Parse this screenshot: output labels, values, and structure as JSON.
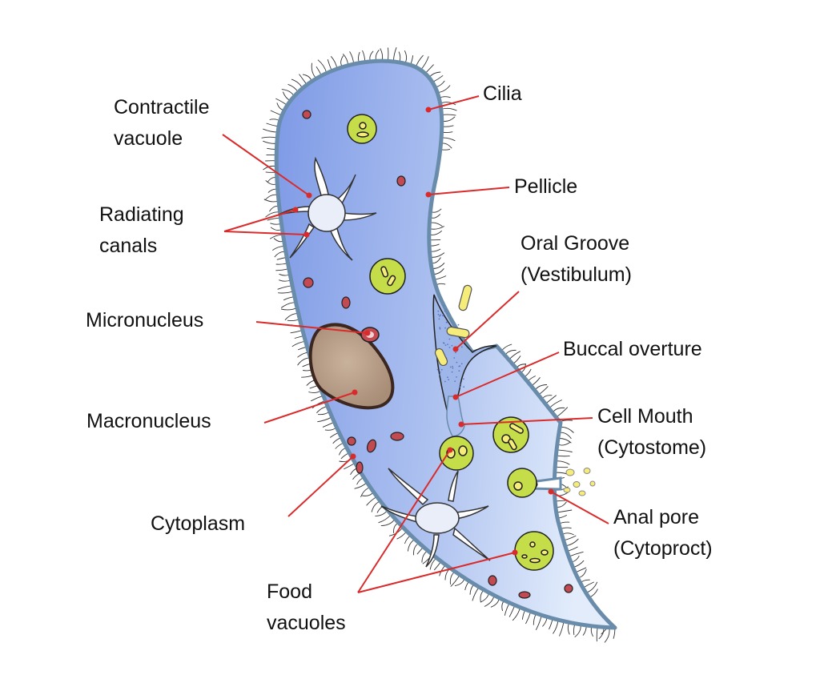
{
  "colors": {
    "body_fill_light": "#d9e6f9",
    "body_fill_dark": "#7e9ae6",
    "outline": "#6a8cab",
    "leader": "#d92b2b",
    "food_vacuole": "#c4dd48",
    "food_particle": "#f6ec7a",
    "nucleus": "#b79e87",
    "granule": "#c24a53",
    "cilia": "#333333"
  },
  "icons": [
    "paramecium-illustration"
  ],
  "labels": {
    "contractile_vacuole": [
      "Contractile",
      "vacuole"
    ],
    "radiating_canals": [
      "Radiating",
      "canals"
    ],
    "micronucleus": "Micronucleus",
    "macronucleus": "Macronucleus",
    "cytoplasm": "Cytoplasm",
    "food_vacuoles": [
      "Food",
      "vacuoles"
    ],
    "cilia": "Cilia",
    "pellicle": "Pellicle",
    "oral_groove": [
      "Oral Groove",
      "(Vestibulum)"
    ],
    "buccal_overture": "Buccal overture",
    "cell_mouth": [
      "Cell Mouth",
      "(Cytostome)"
    ],
    "anal_pore": [
      "Anal pore",
      "(Cytoproct)"
    ]
  }
}
